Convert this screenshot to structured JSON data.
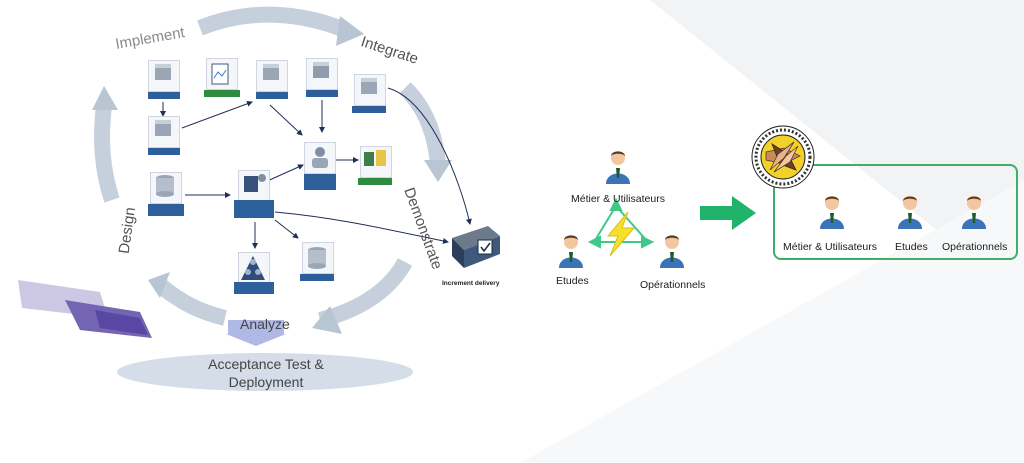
{
  "cycle": {
    "implement": "Implement",
    "integrate": "Integrate",
    "design": "Design",
    "demonstrate": "Demonstrate",
    "analyze": "Analyze"
  },
  "acceptance": {
    "line1": "Acceptance Test &",
    "line2": "Deployment"
  },
  "increment": {
    "label": "Increment delivery"
  },
  "actors_left": {
    "metier": "Métier & Utilisateurs",
    "etudes": "Etudes",
    "operationnels": "Opérationnels"
  },
  "team_panel": {
    "metier": "Métier & Utilisateurs",
    "etudes": "Etudes",
    "operationnels": "Opérationnels"
  },
  "colors": {
    "cycle_arrow": "#c5d0dc",
    "node_caption": "#2d5f9a",
    "node_caption_green": "#2e8b3f",
    "transfer_arrow": "#20b36b",
    "panel_border": "#3fae6b",
    "triangle": "#3ec98a",
    "bolt": "#f5e12a",
    "ellipse": "#d5dde8",
    "band": "#8b7fc4"
  },
  "icons": [
    "server-icon",
    "document-icon",
    "database-icon",
    "network-icon",
    "person-icon",
    "lightning-icon",
    "team-hands-icon",
    "delivery-box-icon"
  ]
}
